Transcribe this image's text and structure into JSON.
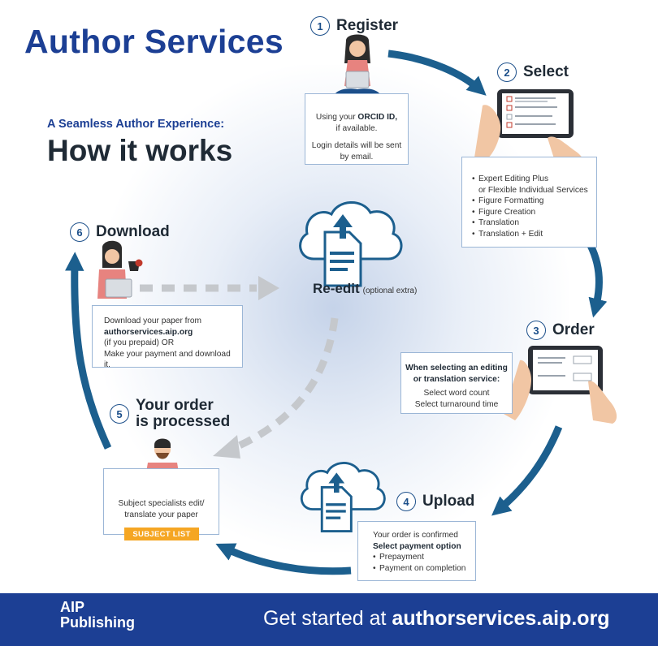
{
  "title": "Author Services",
  "subtitle": "A Seamless Author Experience:",
  "heading": "How it works",
  "steps": [
    {
      "num": "1",
      "label": "Register"
    },
    {
      "num": "2",
      "label": "Select"
    },
    {
      "num": "3",
      "label": "Order"
    },
    {
      "num": "4",
      "label": "Upload"
    },
    {
      "num": "5",
      "label_line1": "Your order",
      "label_line2": "is processed"
    },
    {
      "num": "6",
      "label": "Download"
    }
  ],
  "register_box": {
    "line1_pre": "Using your ",
    "line1_bold": "ORCID ID,",
    "line2": "if available.",
    "line3": "Login details will be sent",
    "line4": "by email."
  },
  "select_box": {
    "items": [
      "Expert Editing Plus",
      "Figure Formatting",
      "Figure Creation",
      "Translation",
      "Translation + Edit"
    ],
    "item1_continued": "or Flexible Individual Services"
  },
  "order_box": {
    "bold1": "When selecting an editing",
    "bold2": "or translation service:",
    "line1": "Select word count",
    "line2": "Select turnaround time"
  },
  "upload_box": {
    "line1": "Your order is confirmed",
    "bold": "Select payment option",
    "items": [
      "Prepayment",
      "Payment on completion"
    ]
  },
  "processed_box": {
    "line1": "Subject specialists edit/",
    "line2": "translate your paper",
    "button": "SUBJECT LIST"
  },
  "download_box": {
    "line1": "Download your paper from",
    "link": "authorservices.aip.org",
    "line3": "(if you prepaid) OR",
    "line4": "Make your payment and download it."
  },
  "reedit": {
    "main": "Re-edit",
    "sub": "(optional extra)"
  },
  "footer": {
    "logo_line1": "AIP",
    "logo_line2": "Publishing",
    "cta_prefix": "Get started at ",
    "cta_url": "authorservices.aip.org"
  },
  "colors": {
    "brand_blue": "#1c3f94",
    "arrow_blue": "#1c5f8e",
    "accent_orange": "#f5a623",
    "dash_grey": "#c5c8cc"
  }
}
